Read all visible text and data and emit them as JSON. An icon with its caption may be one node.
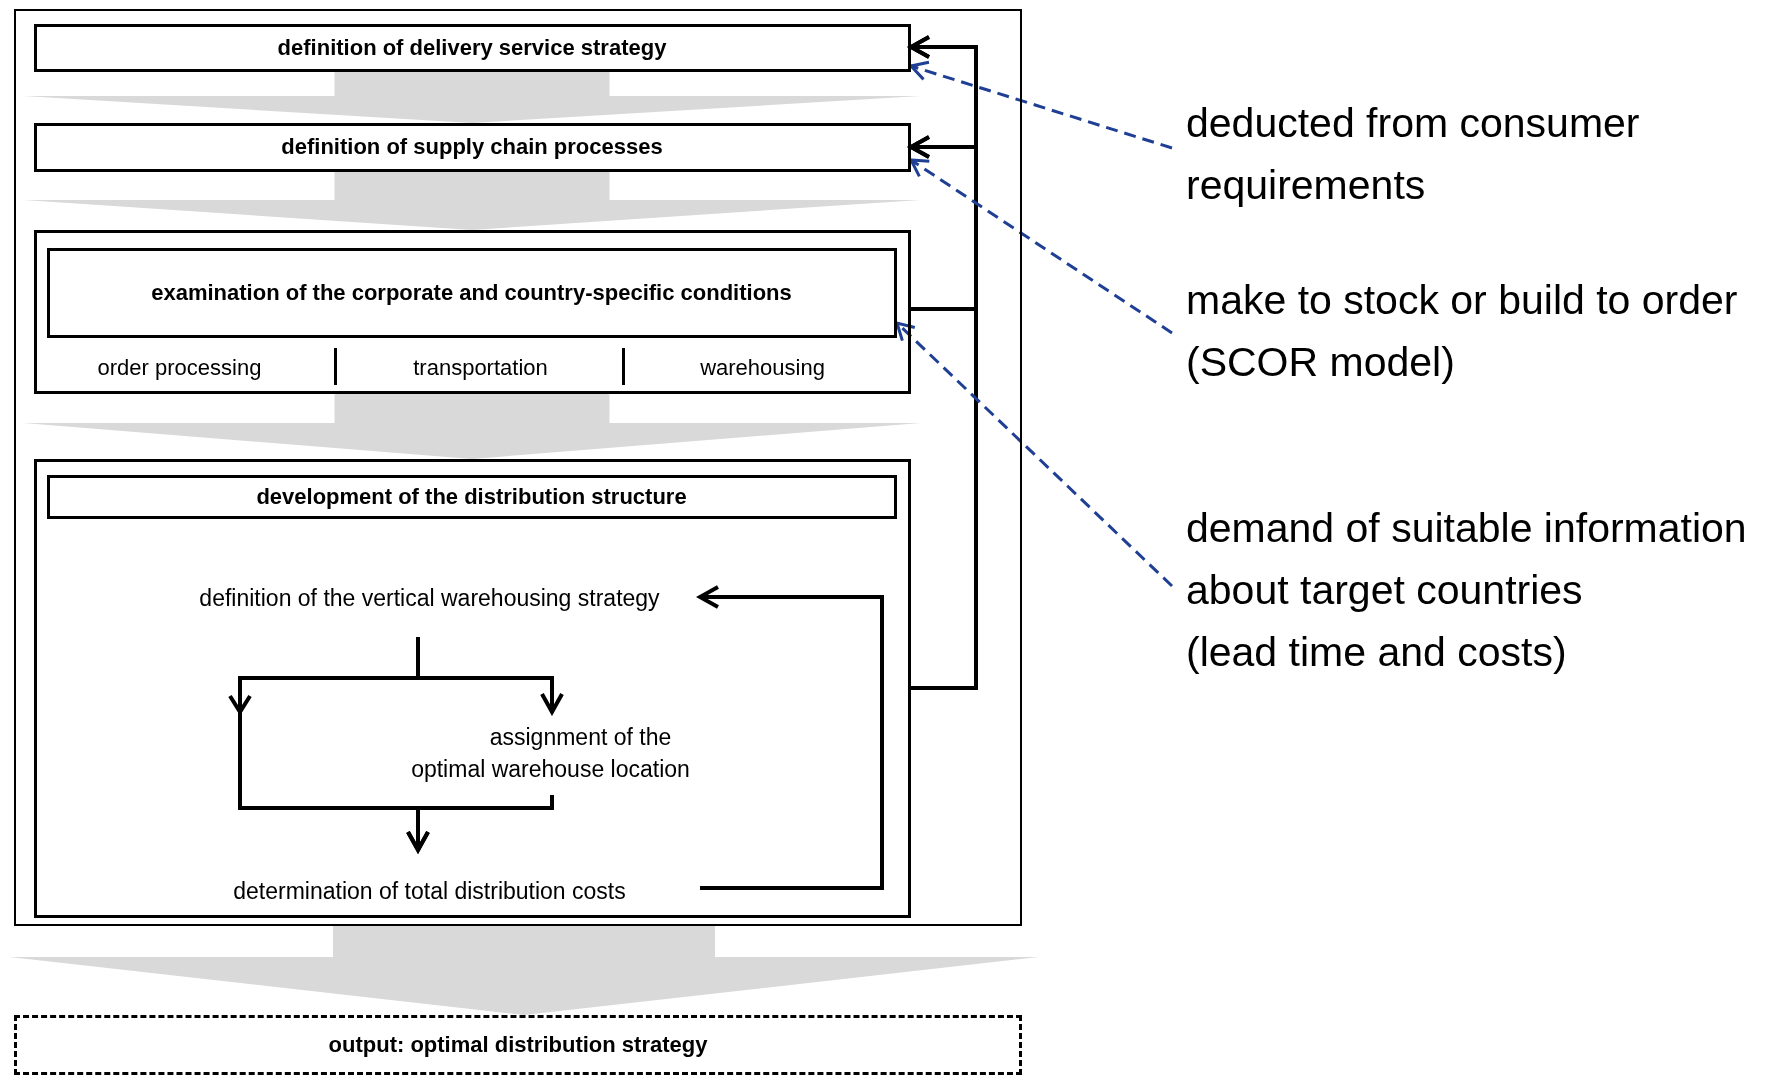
{
  "diagram": {
    "nodes": [
      {
        "text": [],
        "shape": "box"
      },
      {
        "text": [
          "definition of delivery service strategy"
        ],
        "in": 0
      },
      {
        "text": [
          "definition of supply chain processes"
        ],
        "in": 0
      },
      {
        "text": [
          "order processing",
          "transportation",
          "warehousing"
        ],
        "in": 0
      },
      {
        "text": [
          "examination of the corporate and country-specific conditions"
        ],
        "in": 3
      },
      {
        "text": [],
        "shape": "box",
        "in": 0
      },
      {
        "text": [
          "development of the distribution structure"
        ],
        "in": 5
      },
      {
        "text": [
          "definition of the vertical warehousing strategy"
        ],
        "in": 5
      },
      {
        "text": [
          "assignment of the optimal warehouse location"
        ],
        "in": 5
      },
      {
        "text": [
          "determination of total distribution costs"
        ],
        "in": 5
      },
      {
        "text": [
          "output: optimal distribution strategy"
        ]
      },
      {
        "text": [
          "deducted from consumer requirements"
        ]
      },
      {
        "text": [
          "make to stock or build to order",
          "(SCOR model)"
        ]
      },
      {
        "text": [
          "demand of suitable information about target countries",
          "(lead time and costs)"
        ]
      }
    ],
    "edges": [
      {
        "from": 1,
        "to": 2,
        "arrow": "to",
        "style": "thick",
        "color": "#d9d9d9"
      },
      {
        "from": 2,
        "to": 3,
        "arrow": "to",
        "style": "thick",
        "color": "#d9d9d9"
      },
      {
        "from": 3,
        "to": 5,
        "arrow": "to",
        "style": "thick",
        "color": "#d9d9d9"
      },
      {
        "from": 0,
        "to": 10,
        "arrow": "to",
        "style": "thick",
        "color": "#d9d9d9"
      },
      {
        "from": 5,
        "to": 1,
        "arrow": "to"
      },
      {
        "from": 5,
        "to": 2,
        "arrow": "to"
      },
      {
        "from": 3,
        "to": 1,
        "arrow": "to"
      },
      {
        "from": 3,
        "to": 2,
        "arrow": "to"
      },
      {
        "from": 7,
        "to": 8,
        "arrow": "to"
      },
      {
        "from": 7,
        "to": 9,
        "arrow": "to"
      },
      {
        "from": 8,
        "to": 9,
        "arrow": "to"
      },
      {
        "from": 9,
        "to": 7,
        "arrow": "to"
      },
      {
        "from": 11,
        "to": 1,
        "arrow": "to",
        "style": "dashed",
        "color": "#1f3f94"
      },
      {
        "from": 12,
        "to": 2,
        "arrow": "to",
        "style": "dashed",
        "color": "#1f3f94"
      },
      {
        "from": 13,
        "to": 4,
        "arrow": "to",
        "style": "dashed",
        "color": "#1f3f94"
      }
    ]
  }
}
